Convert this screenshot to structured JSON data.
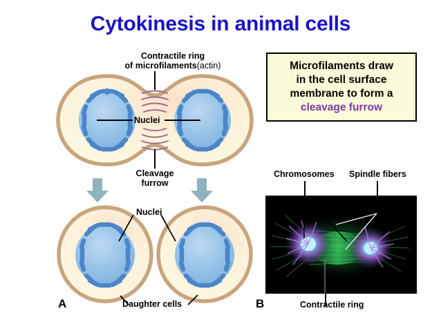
{
  "title": "Cytokinesis in animal cells",
  "colors": {
    "title": "#1a13c4",
    "callout_bg": "#fbfbd9",
    "callout_border": "#000000",
    "highlight": "#7b39a8",
    "membrane": "#c8a57e",
    "cytoplasm": "#fdf6dc",
    "cytoplasm_tint": "#fbe3cf",
    "nucleus": "#9cc6ea",
    "nucleus_dash": "#4a86c8",
    "contractile_wave": "#a06a86",
    "arrow": "#8fb2c0",
    "micrograph_bg": "#000000",
    "spindle_violet": "#a15fd8",
    "spindle_cyan": "#7fe9f5",
    "spindle_green": "#35c15a"
  },
  "callout": {
    "line1": "Microfilaments draw",
    "line2": "in the cell surface",
    "line3": "membrane to form a",
    "highlight": "cleavage furrow"
  },
  "panel_a": {
    "letter": "A",
    "labels": {
      "contractile_ring_line1": "Contractile ring",
      "contractile_ring_line2": "of microfilaments",
      "contractile_ring_suffix": "(actin)",
      "nuclei_top": "Nuclei",
      "cleavage_line1": "Cleavage",
      "cleavage_line2": "furrow",
      "nuclei_bottom": "Nuclei",
      "daughter_cells": "Daughter cells"
    }
  },
  "panel_b": {
    "letter": "B",
    "labels": {
      "chromosomes": "Chromosomes",
      "spindle_fibers": "Spindle fibers",
      "contractile_ring": "Contractile ring"
    }
  }
}
